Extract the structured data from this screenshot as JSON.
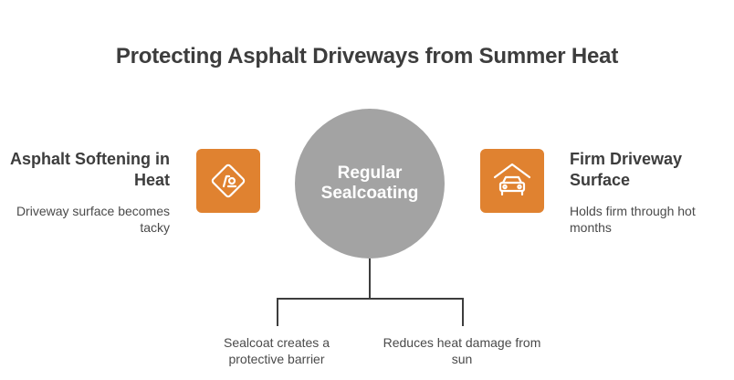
{
  "title": "Protecting Asphalt Driveways from Summer Heat",
  "center": {
    "label": "Regular Sealcoating"
  },
  "left": {
    "title": "Asphalt Softening in Heat",
    "description": "Driveway surface becomes tacky",
    "icon": "slippery-road-warning-icon"
  },
  "right": {
    "title": "Firm Driveway Surface",
    "description": "Holds firm through hot months",
    "icon": "car-garage-icon"
  },
  "bottom": [
    {
      "description": "Sealcoat creates a protective barrier"
    },
    {
      "description": "Reduces heat damage from sun"
    }
  ],
  "colors": {
    "accent": "#e08230",
    "circle": "#a3a3a3",
    "connector": "#3d3d3d"
  }
}
